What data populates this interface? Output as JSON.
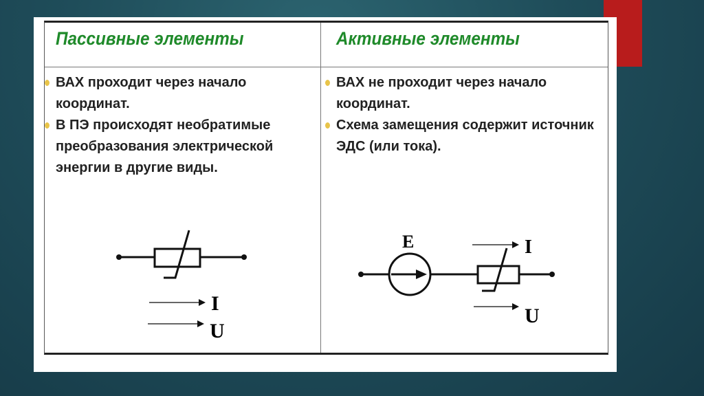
{
  "slide": {
    "accent_color": "#b81c1c"
  },
  "table": {
    "headers": [
      "Пассивные элементы",
      "Активные элементы"
    ],
    "passive": {
      "bullets": [
        "ВАХ проходит через начало координат.",
        "В ПЭ происходят необратимые преобразования электрической энергии в другие виды."
      ],
      "diagram": {
        "current_label": "I",
        "voltage_label": "U"
      }
    },
    "active": {
      "bullets": [
        "ВАХ не проходит через начало координат.",
        "Схема замещения содержит источник ЭДС (или тока)."
      ],
      "diagram": {
        "emf_label": "E",
        "current_label": "I",
        "voltage_label": "U"
      }
    }
  }
}
